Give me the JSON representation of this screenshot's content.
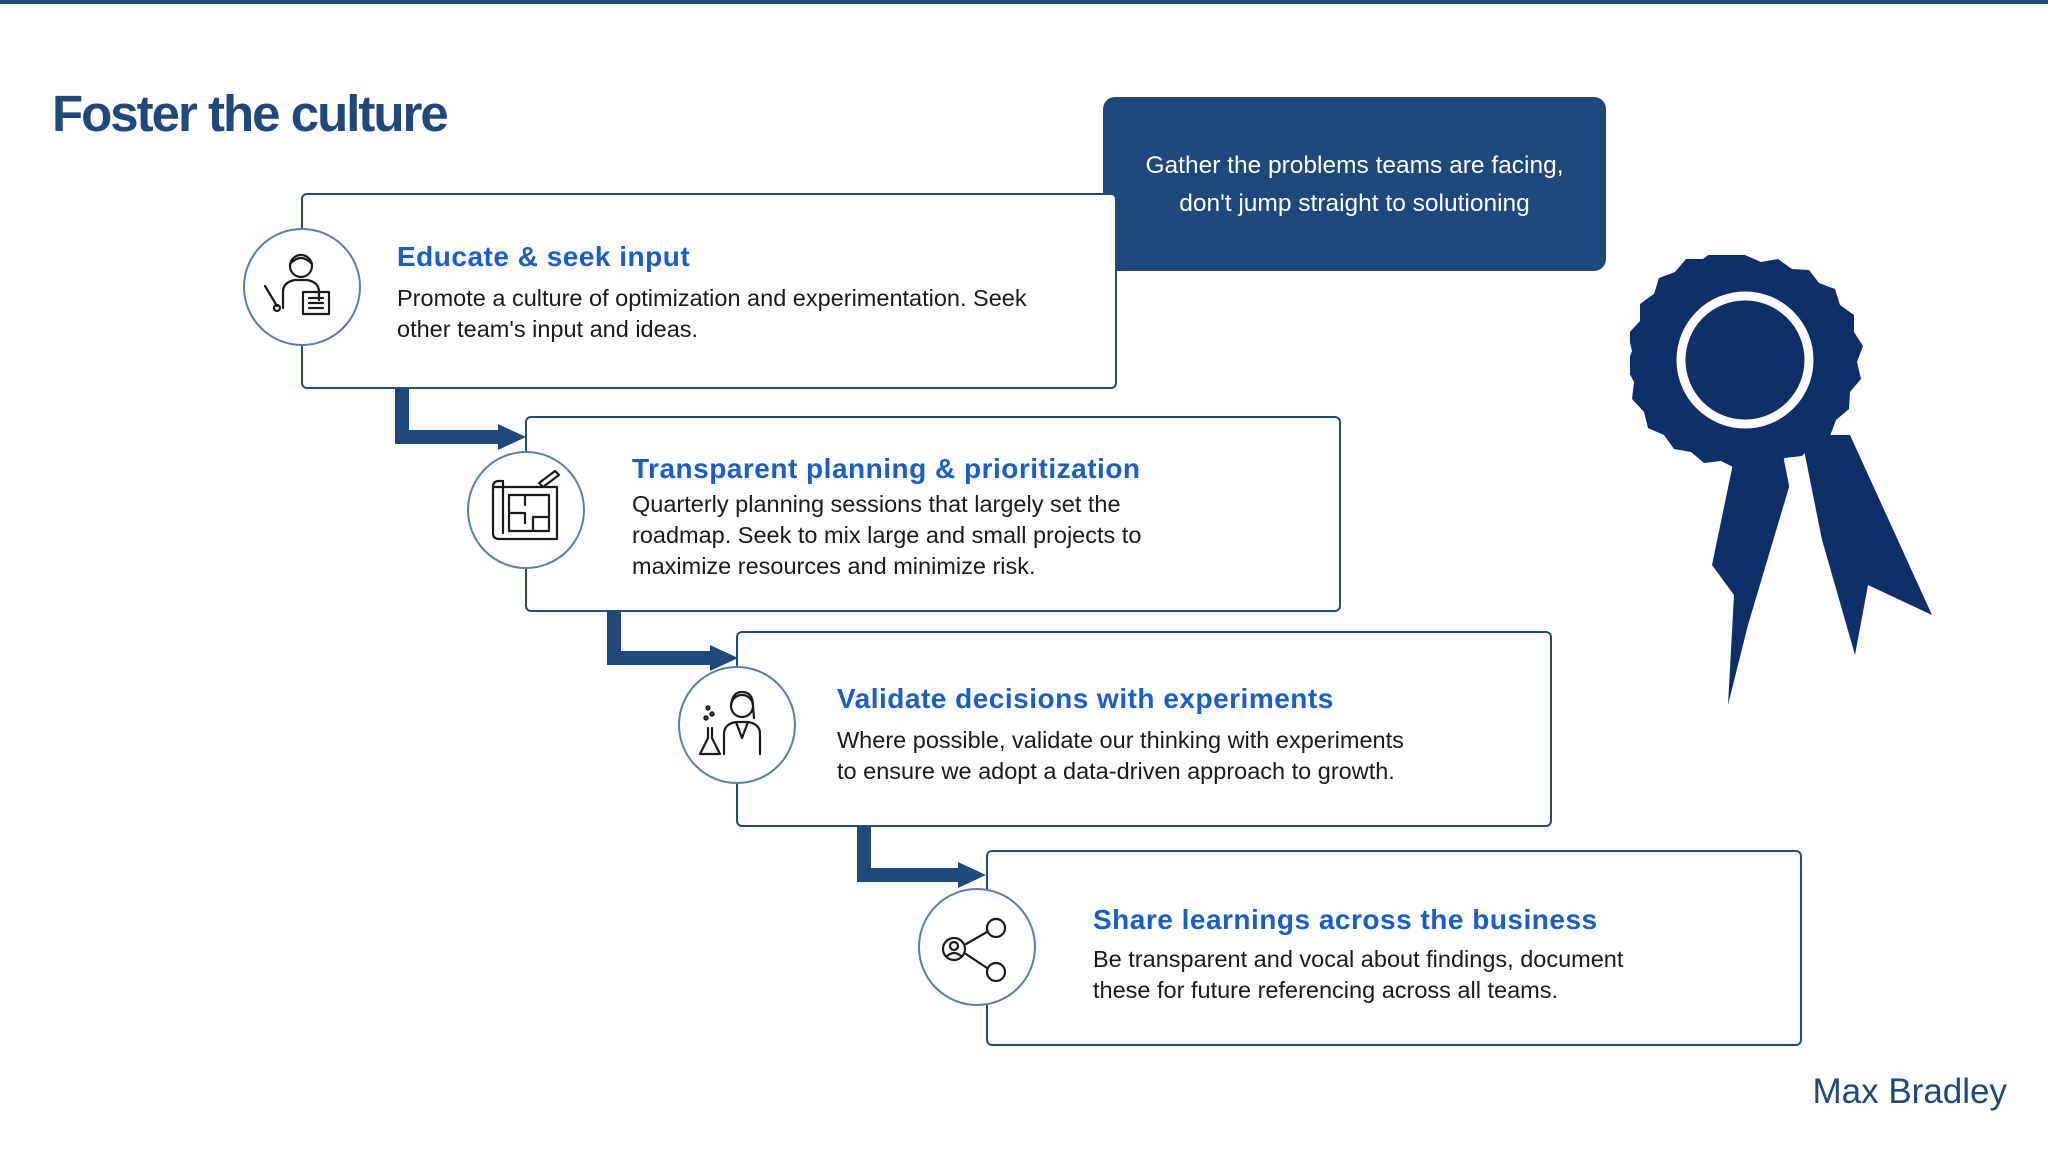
{
  "slide": {
    "title": "Foster the culture",
    "author": "Max Bradley",
    "callout": {
      "line1": "Gather the problems teams are facing,",
      "line2": "don't jump straight to solutioning"
    },
    "steps": [
      {
        "title": "Educate & seek input",
        "line1": "Promote a culture of optimization and experimentation. Seek",
        "line2": "other team's input and ideas.",
        "icon": "teacher-icon"
      },
      {
        "title": "Transparent planning & prioritization",
        "line1": "Quarterly planning sessions that largely set the",
        "line2": "roadmap. Seek to mix large and small projects to",
        "line3": "maximize resources and minimize risk.",
        "icon": "blueprint-icon"
      },
      {
        "title": "Validate decisions with experiments",
        "line1": "Where possible, validate our thinking with experiments",
        "line2": "to ensure we adopt a data-driven approach to growth.",
        "icon": "scientist-icon"
      },
      {
        "title": "Share learnings across the business",
        "line1": "Be transparent and vocal about findings, document",
        "line2": "these for future referencing across all teams.",
        "icon": "share-icon"
      }
    ]
  },
  "colors": {
    "navy": "#1f497d",
    "border": "#1f4e79",
    "step_title": "#1a5fc8",
    "ribbon": "#0f2f6b"
  }
}
